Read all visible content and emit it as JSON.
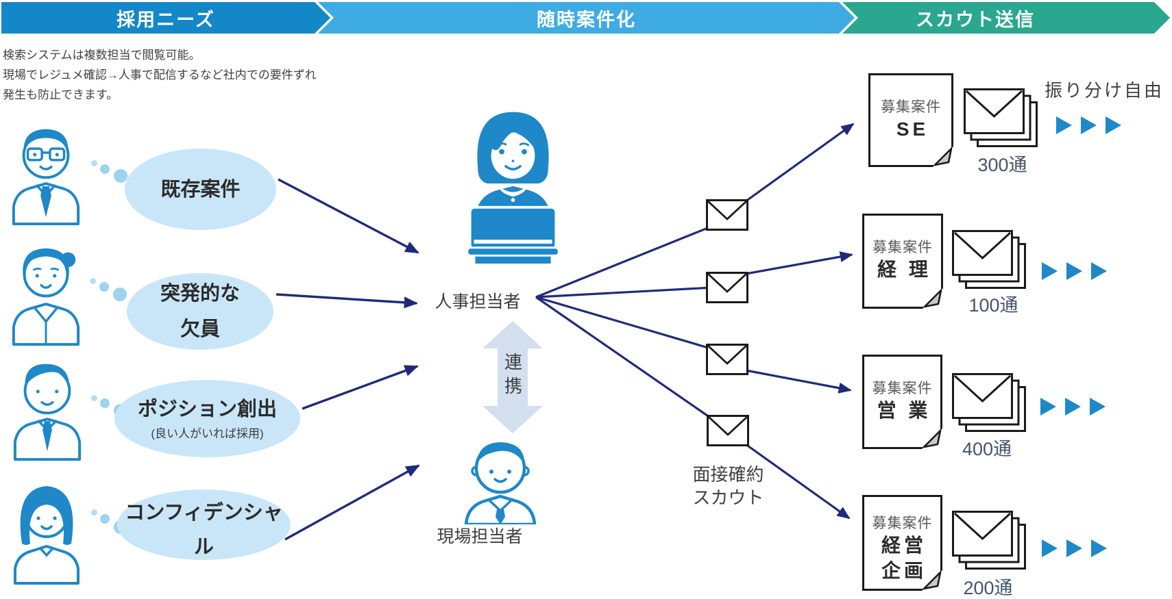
{
  "phases": [
    {
      "label": "採用ニーズ",
      "color": "#1487c8"
    },
    {
      "label": "随時案件化",
      "color": "#3eabe2"
    },
    {
      "label": "スカウト送信",
      "color": "#2aa78f"
    }
  ],
  "note_lines": [
    "検索システムは複数担当で閲覧可能。",
    "現場でレジュメ確認→人事で配信するなど社内での要件ずれ",
    "発生も防止できます。"
  ],
  "needs": [
    {
      "lines": [
        "既存案件"
      ]
    },
    {
      "lines": [
        "突発的な",
        "欠員"
      ]
    },
    {
      "lines": [
        "ポジション創出"
      ],
      "note": "(良い人がいれば採用)"
    },
    {
      "lines": [
        "コンフィデンシャル"
      ]
    }
  ],
  "center": {
    "hr_label": "人事担当者",
    "link_chars": [
      "連",
      "携"
    ],
    "field_label": "現場担当者"
  },
  "scout": {
    "interview_lines": [
      "面接確約",
      "スカウト"
    ],
    "free_label": "振り分け自由"
  },
  "jobs": [
    {
      "doc_heading": "募集案件",
      "title_lines": [
        "SE"
      ],
      "count": "300通"
    },
    {
      "doc_heading": "募集案件",
      "title_lines": [
        "経 理"
      ],
      "count": "100通"
    },
    {
      "doc_heading": "募集案件",
      "title_lines": [
        "営 業"
      ],
      "count": "400通"
    },
    {
      "doc_heading": "募集案件",
      "title_lines": [
        "経営",
        "企画"
      ],
      "count": "200通"
    }
  ],
  "colors": {
    "primary_blue": "#1e88c8",
    "bubble_blue": "#c9e6f8",
    "arrow_navy": "#202a7c",
    "link_arrow": "#d3dfee",
    "count_text": "#44546a"
  }
}
